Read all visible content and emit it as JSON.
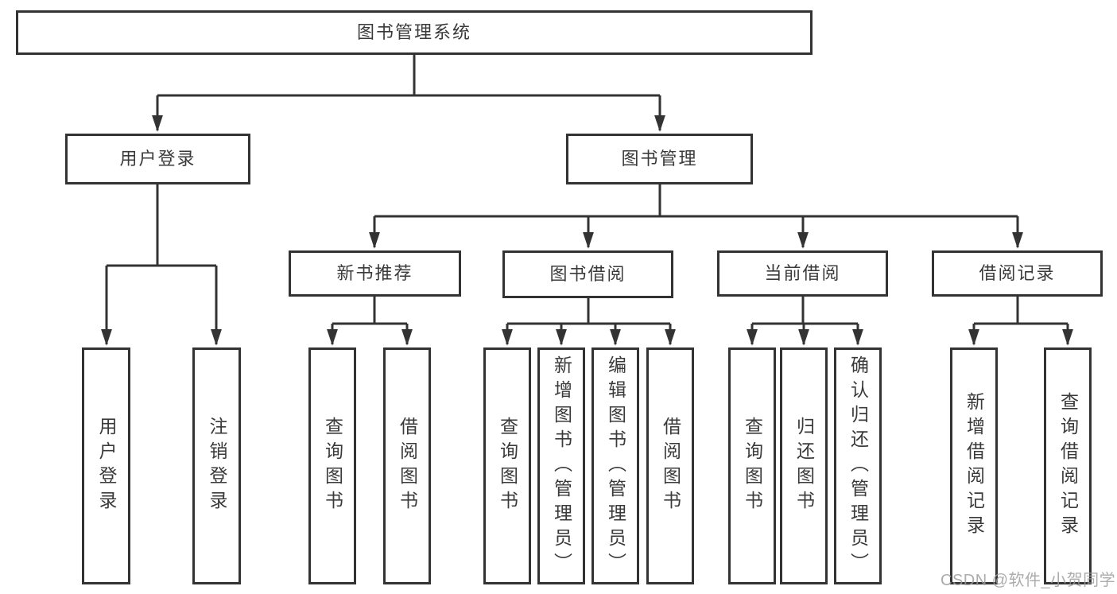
{
  "diagram": {
    "root": {
      "label": "图书管理系统"
    },
    "level2": [
      {
        "label": "用户登录"
      },
      {
        "label": "图书管理"
      }
    ],
    "level3": [
      {
        "parent": "图书管理",
        "label": "新书推荐"
      },
      {
        "parent": "图书管理",
        "label": "图书借阅"
      },
      {
        "parent": "图书管理",
        "label": "当前借阅"
      },
      {
        "parent": "图书管理",
        "label": "借阅记录"
      }
    ],
    "leaves": [
      {
        "parent": "用户登录",
        "label": "用户登录"
      },
      {
        "parent": "用户登录",
        "label": "注销登录"
      },
      {
        "parent": "新书推荐",
        "label": "查询图书"
      },
      {
        "parent": "新书推荐",
        "label": "借阅图书"
      },
      {
        "parent": "图书借阅",
        "label": "查询图书"
      },
      {
        "parent": "图书借阅",
        "label": "新增图书（管理员）"
      },
      {
        "parent": "图书借阅",
        "label": "编辑图书（管理员）"
      },
      {
        "parent": "图书借阅",
        "label": "借阅图书"
      },
      {
        "parent": "当前借阅",
        "label": "查询图书"
      },
      {
        "parent": "当前借阅",
        "label": "归还图书"
      },
      {
        "parent": "当前借阅",
        "label": "确认归还（管理员）"
      },
      {
        "parent": "借阅记录",
        "label": "新增借阅记录"
      },
      {
        "parent": "借阅记录",
        "label": "查询借阅记录"
      }
    ]
  },
  "watermark": {
    "text": "CSDN @软件_小贺同学"
  },
  "colors": {
    "line": "#333333",
    "text": "#3a3a3a",
    "background": "#ffffff",
    "watermark": "#9e9e9e"
  }
}
